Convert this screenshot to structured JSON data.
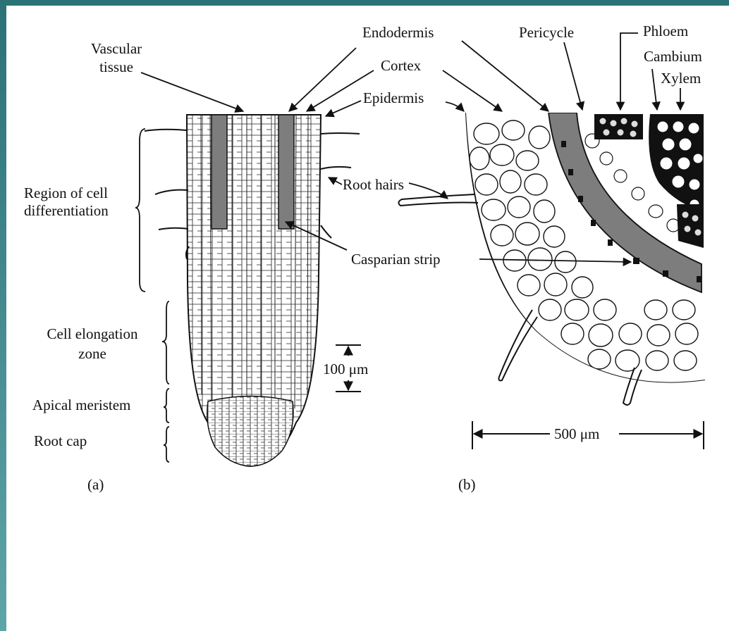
{
  "panel_a": {
    "caption": "(a)",
    "labels": {
      "vascular_line1": "Vascular",
      "vascular_line2": "tissue",
      "region_line1": "Region of cell",
      "region_line2": "differentiation",
      "elongation_line1": "Cell elongation",
      "elongation_line2": "zone",
      "apical_meristem": "Apical meristem",
      "root_cap": "Root cap",
      "root_hairs": "Root hairs",
      "casparian_strip": "Casparian strip",
      "scale": "100 μm"
    }
  },
  "panel_b": {
    "caption": "(b)",
    "labels": {
      "endodermis": "Endodermis",
      "cortex": "Cortex",
      "epidermis": "Epidermis",
      "pericycle": "Pericycle",
      "phloem": "Phloem",
      "cambium": "Cambium",
      "xylem": "Xylem",
      "scale": "500 μm"
    }
  },
  "colors": {
    "frame": "#2b7276",
    "ink": "#111111",
    "band": "#7d7d7d"
  }
}
